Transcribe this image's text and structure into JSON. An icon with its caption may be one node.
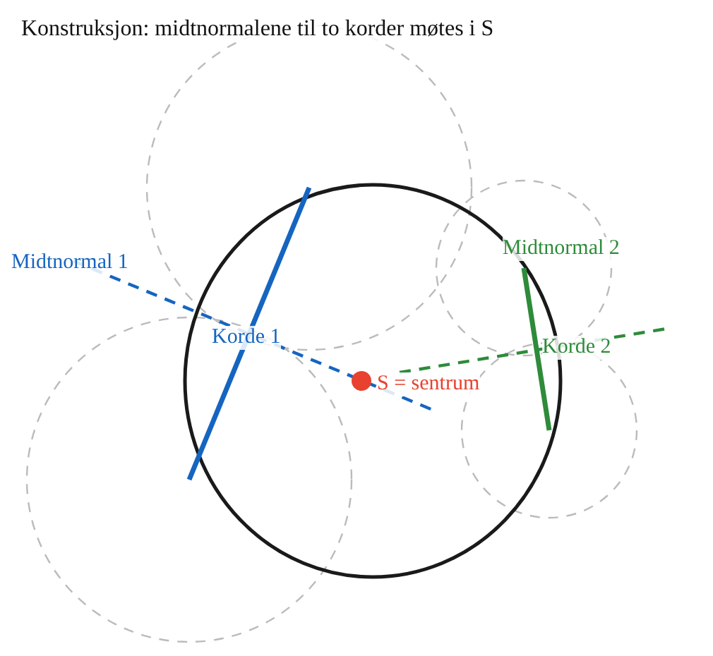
{
  "diagram": {
    "title": "Konstruksjon: midtnormalene til to korder møtes i S",
    "labels": [
      "Midtnormal 1",
      "Midtnormal 2",
      "Korde 1",
      "Korde 2",
      "S = sentrum"
    ]
  }
}
